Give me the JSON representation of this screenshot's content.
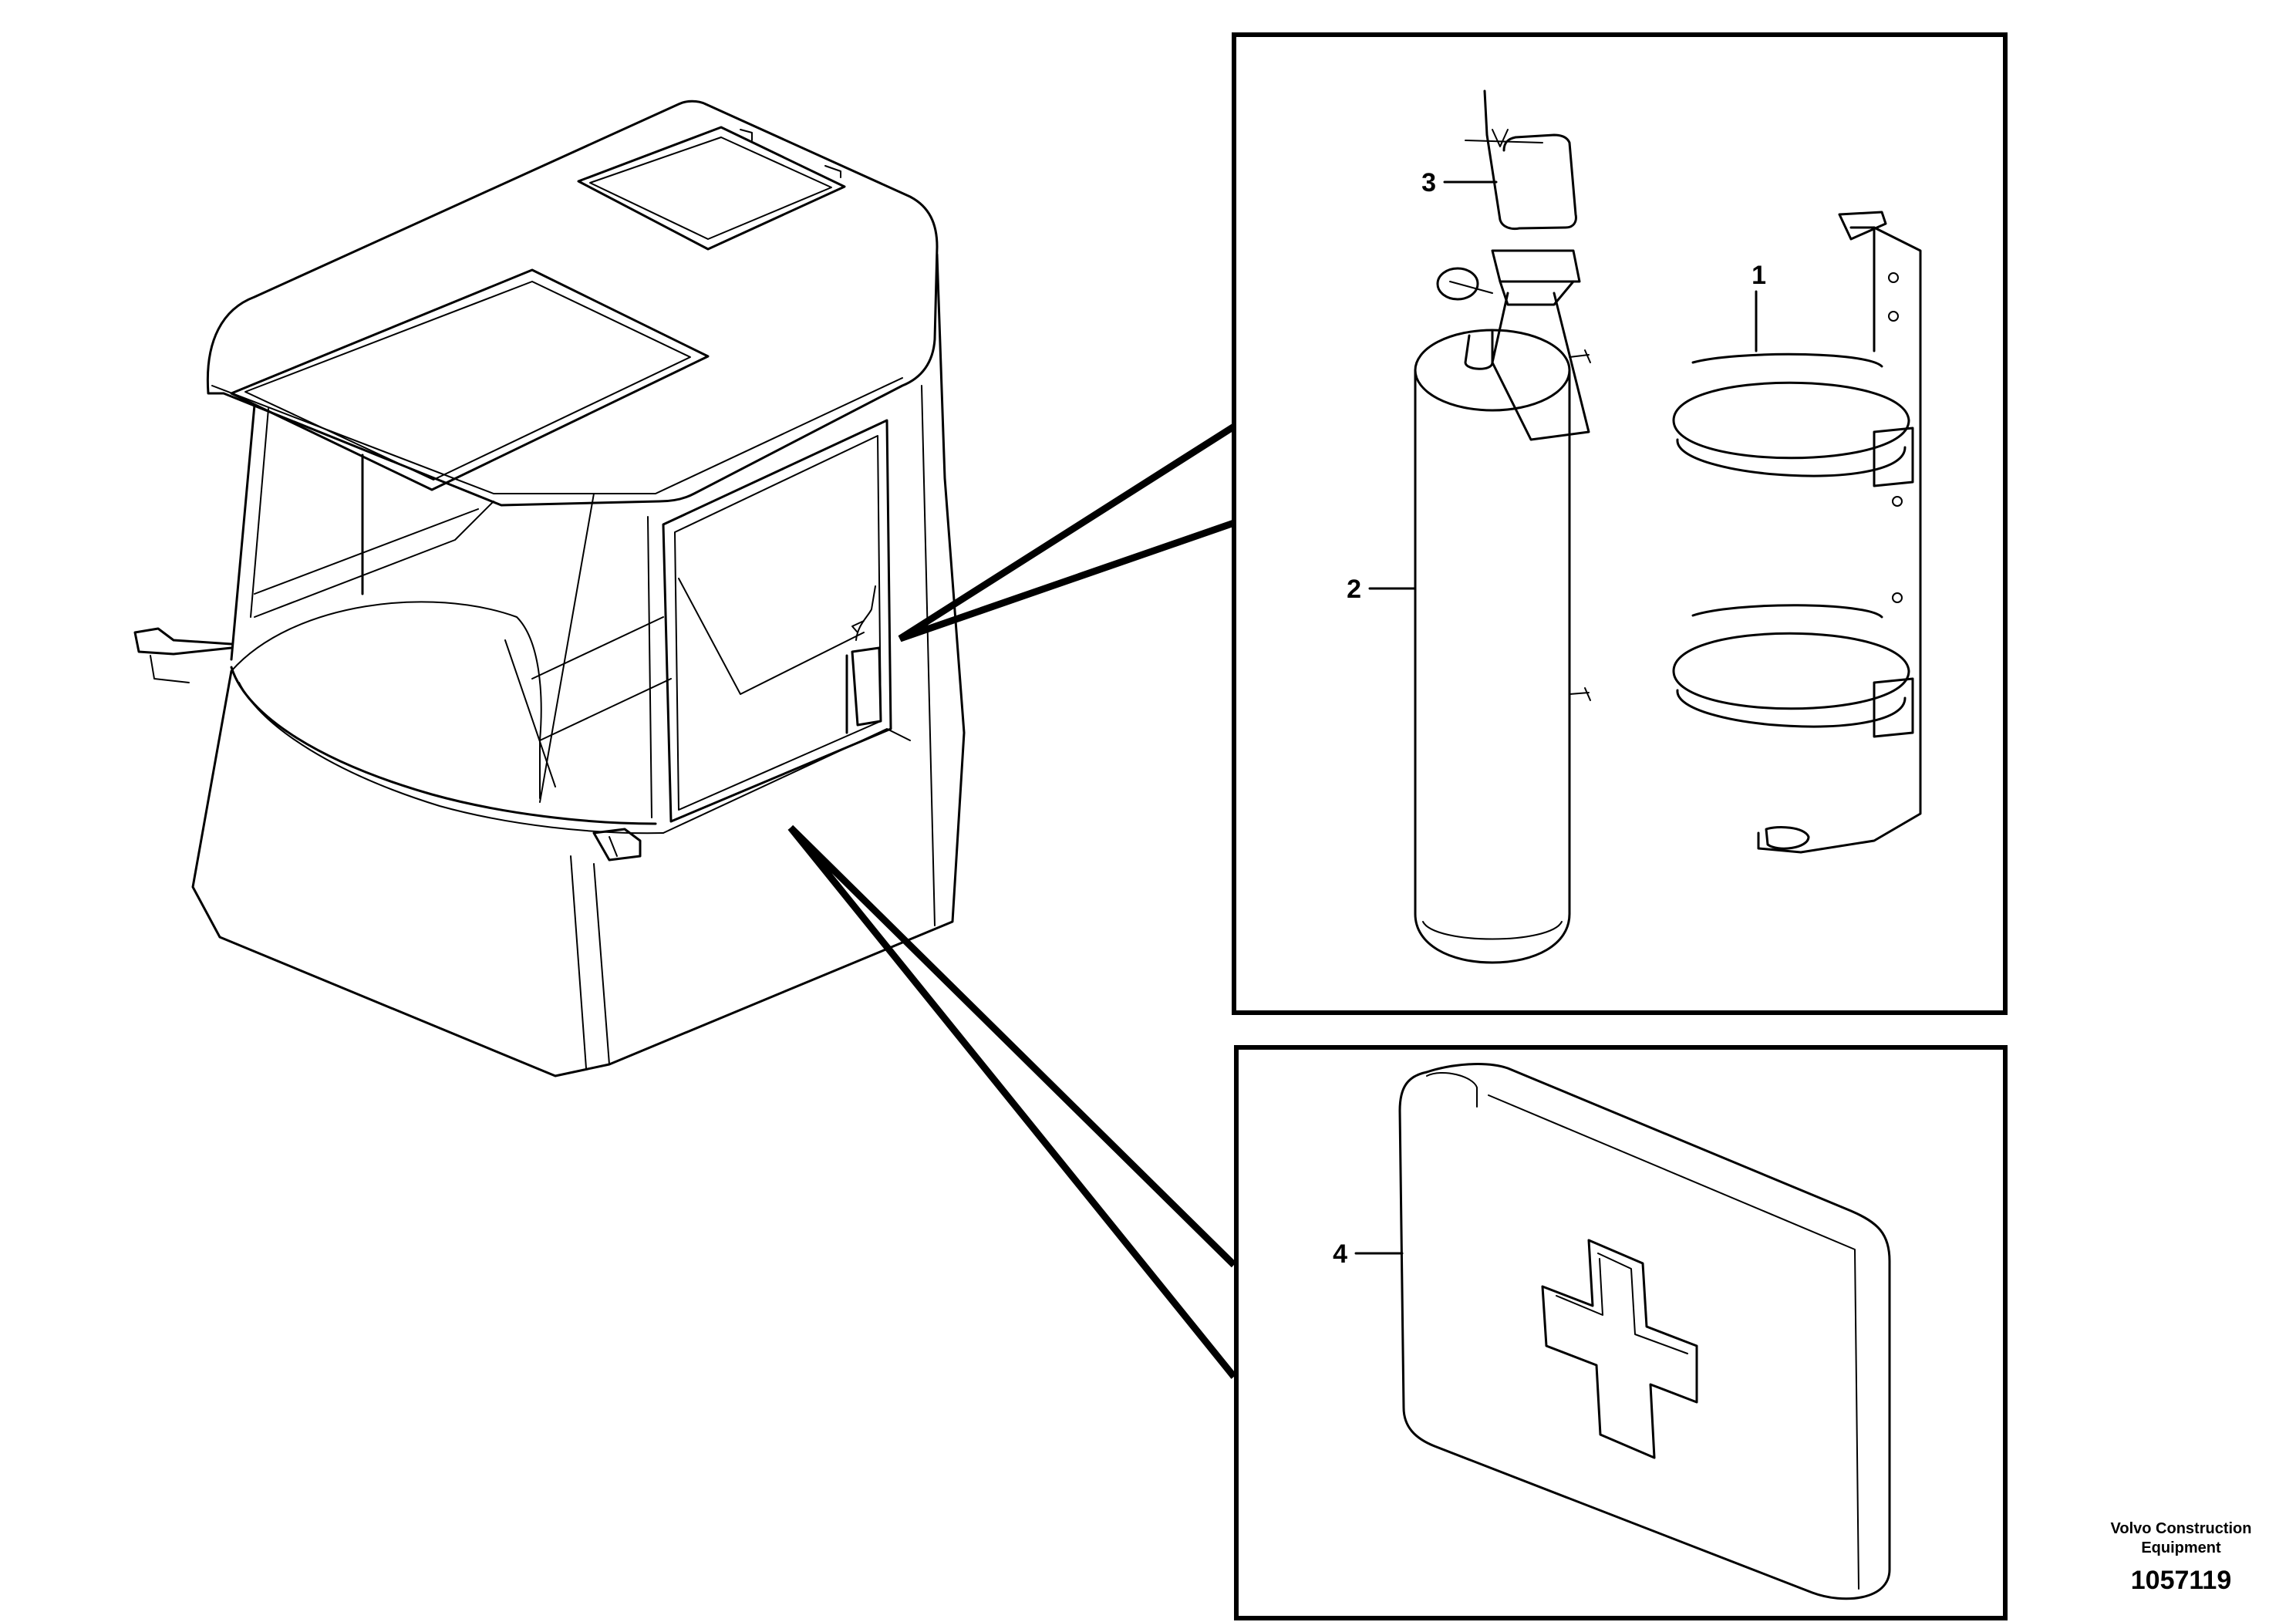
{
  "callouts": {
    "bracket": "1",
    "extinguisher": "2",
    "safety_pin": "3",
    "first_aid_kit": "4"
  },
  "credit": {
    "line1": "Volvo Construction",
    "line2": "Equipment"
  },
  "drawing_number": "1057119"
}
